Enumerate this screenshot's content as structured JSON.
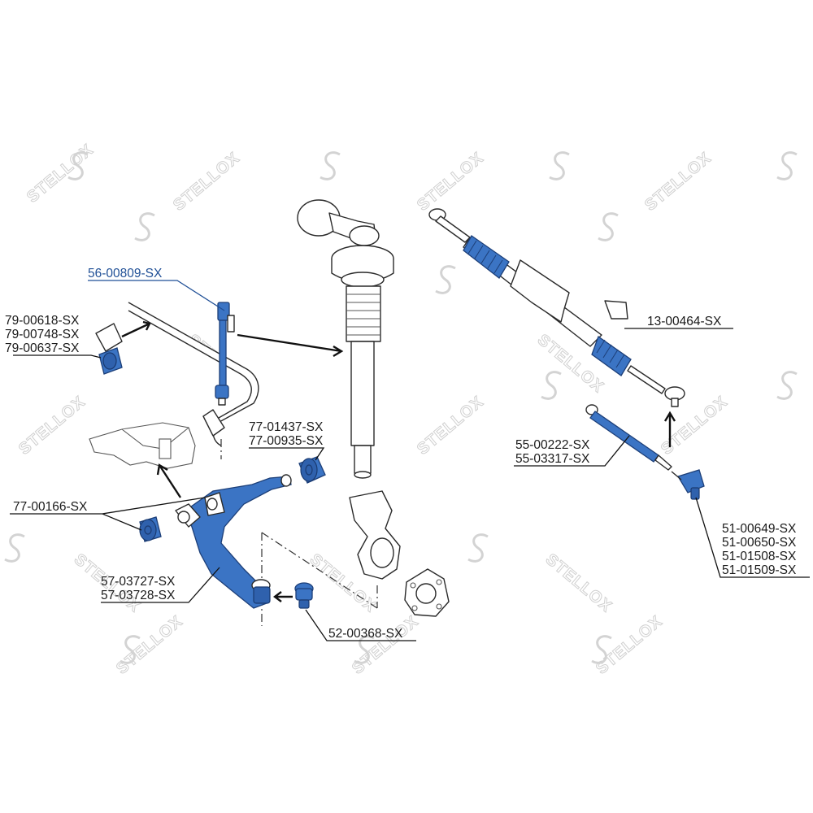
{
  "watermark": {
    "brand": "STELLOX"
  },
  "labels": {
    "stabilizer_link": "56-00809-SX",
    "stabilizer_bushing_1": "79-00618-SX",
    "stabilizer_bushing_2": "79-00748-SX",
    "stabilizer_bushing_3": "79-00637-SX",
    "arm_bushing_rear_1": "77-01437-SX",
    "arm_bushing_rear_2": "77-00935-SX",
    "arm_bushing_front": "77-00166-SX",
    "control_arm_1": "57-03727-SX",
    "control_arm_2": "57-03728-SX",
    "ball_joint": "52-00368-SX",
    "steering_boot": "13-00464-SX",
    "tie_rod_1": "55-00222-SX",
    "tie_rod_2": "55-03317-SX",
    "tie_rod_end_1": "51-00649-SX",
    "tie_rod_end_2": "51-00650-SX",
    "tie_rod_end_3": "51-01508-SX",
    "tie_rod_end_4": "51-01509-SX"
  },
  "colors": {
    "highlight_part": "#3b74c4",
    "highlight_label": "#1f4f96",
    "line": "#111111",
    "watermark": "#d0d0d0"
  }
}
